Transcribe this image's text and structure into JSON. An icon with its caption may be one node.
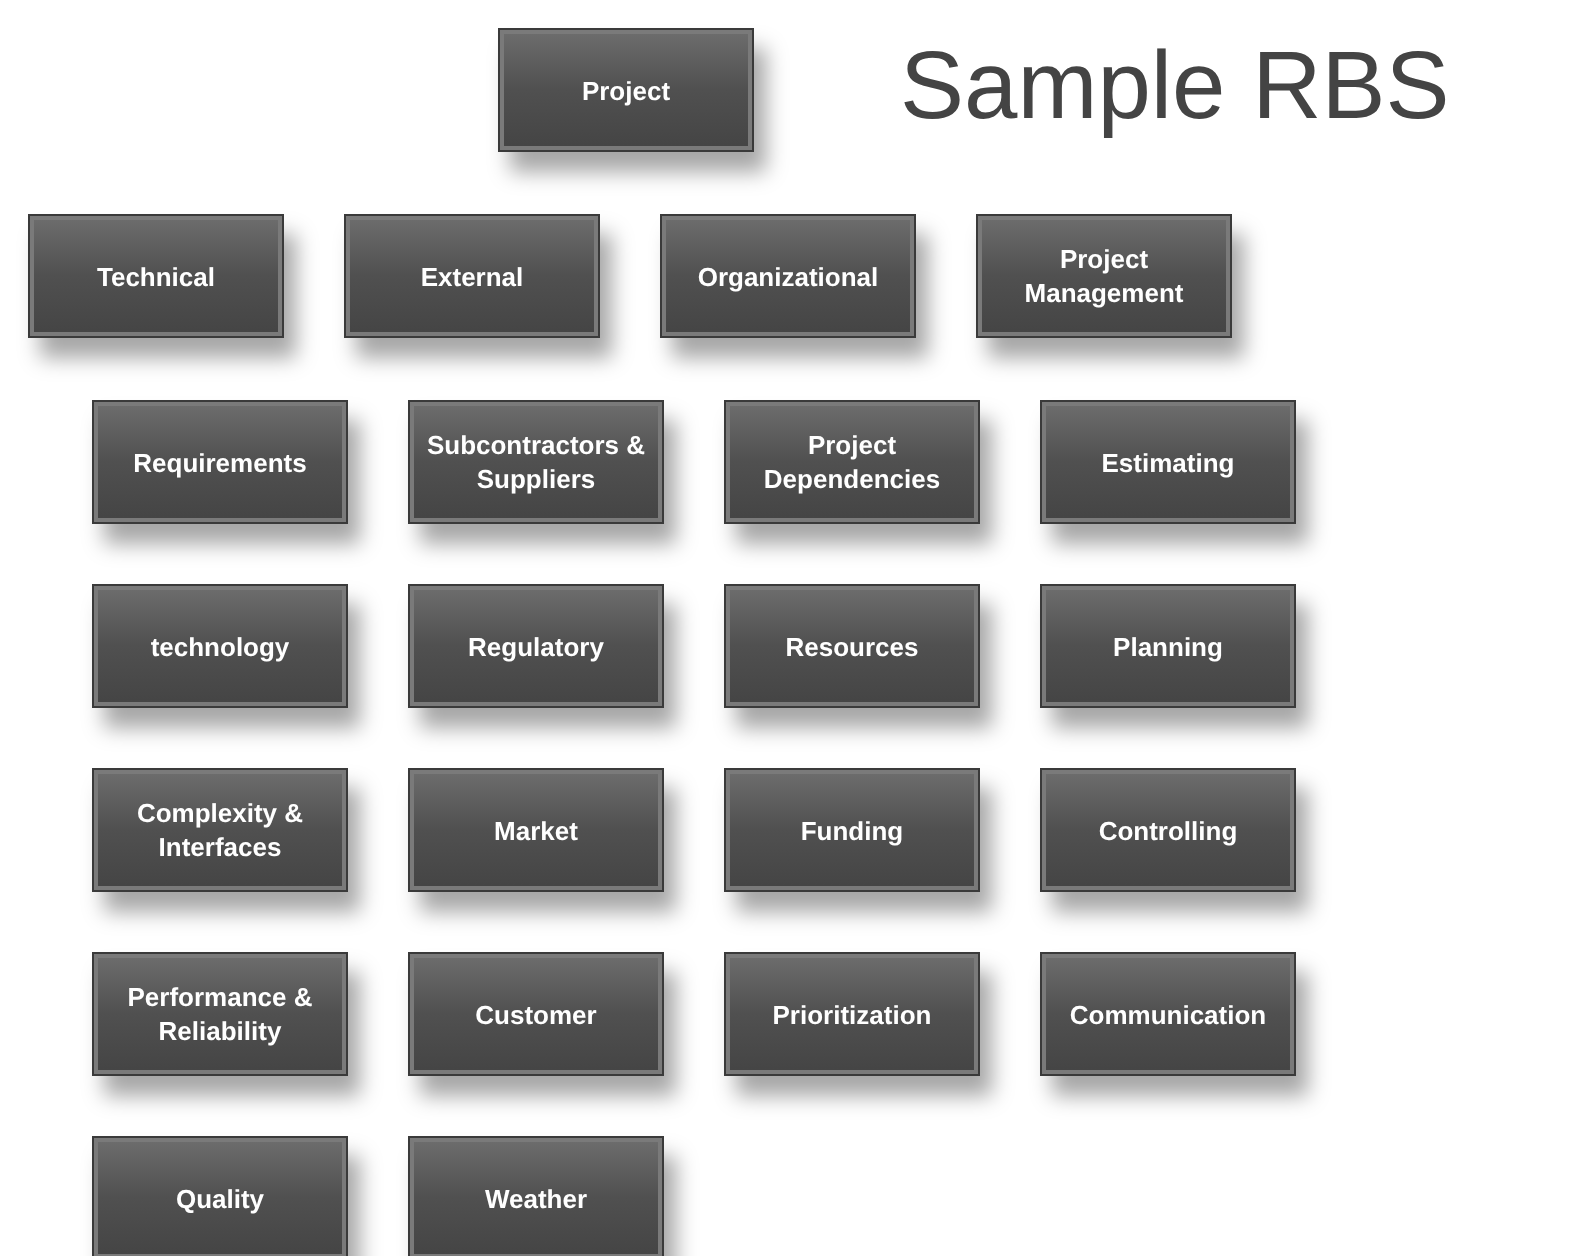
{
  "diagram": {
    "title": "Sample RBS",
    "nodes": [
      {
        "text": [
          "Project"
        ]
      },
      {
        "text": [
          "Technical"
        ]
      },
      {
        "text": [
          "External"
        ]
      },
      {
        "text": [
          "Organizational"
        ]
      },
      {
        "text": [
          "Project Management"
        ]
      },
      {
        "text": [
          "Requirements"
        ]
      },
      {
        "text": [
          "Subcontractors & Suppliers"
        ]
      },
      {
        "text": [
          "Project Dependencies"
        ]
      },
      {
        "text": [
          "Estimating"
        ]
      },
      {
        "text": [
          "technology"
        ]
      },
      {
        "text": [
          "Regulatory"
        ]
      },
      {
        "text": [
          "Resources"
        ]
      },
      {
        "text": [
          "Planning"
        ]
      },
      {
        "text": [
          "Complexity & Interfaces"
        ]
      },
      {
        "text": [
          "Market"
        ]
      },
      {
        "text": [
          "Funding"
        ]
      },
      {
        "text": [
          "Controlling"
        ]
      },
      {
        "text": [
          "Performance & Reliability"
        ]
      },
      {
        "text": [
          "Customer"
        ]
      },
      {
        "text": [
          "Prioritization"
        ]
      },
      {
        "text": [
          "Communication"
        ]
      },
      {
        "text": [
          "Quality"
        ]
      },
      {
        "text": [
          "Weather"
        ]
      }
    ],
    "edges": []
  }
}
